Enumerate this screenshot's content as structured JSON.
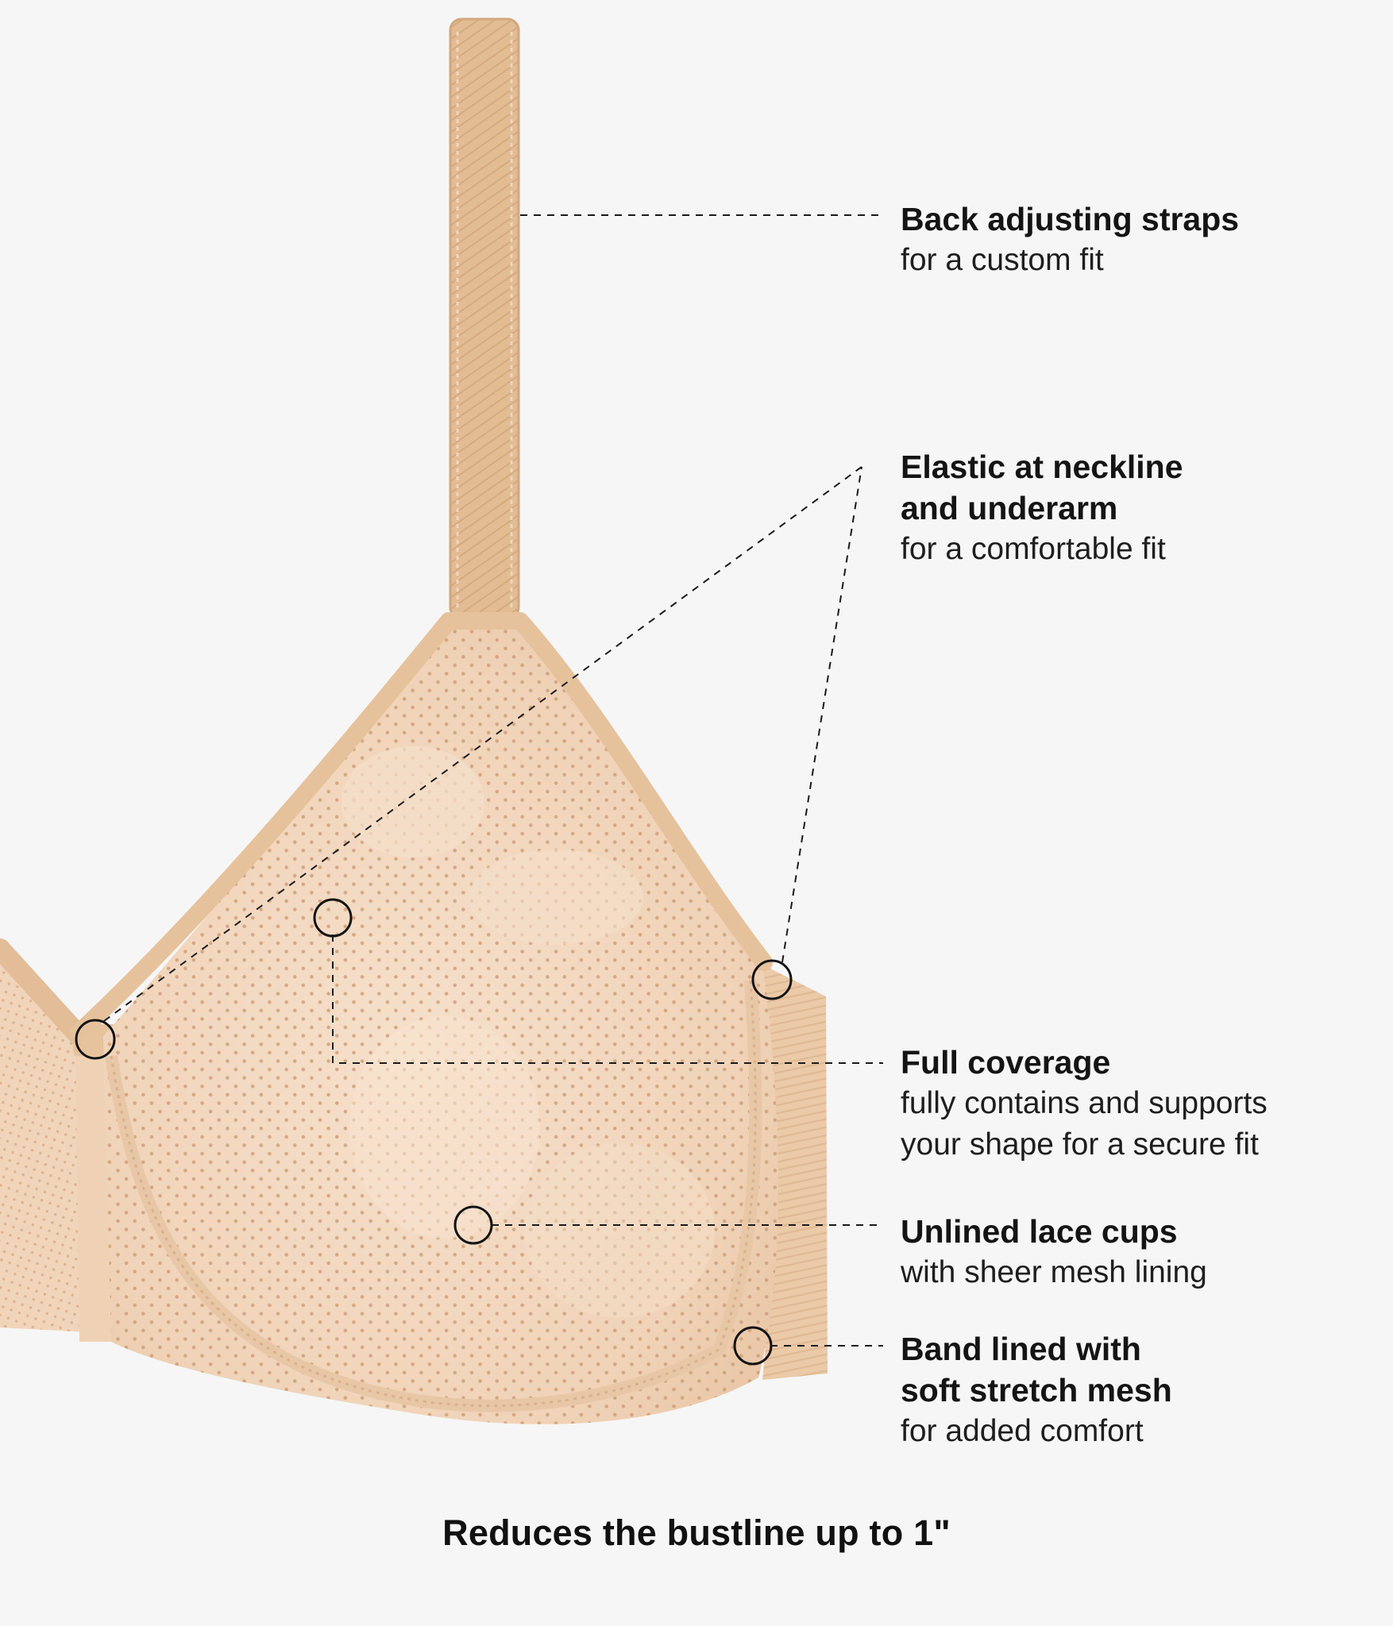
{
  "colors": {
    "background": "#f6f6f6",
    "fabric": "#f3d8c0",
    "fabric_shade": "#e9c4a2",
    "lace_dot": "#c9986e",
    "trim": "#e8c49e",
    "strap": "#e2bc93",
    "text": "#141414",
    "leader_line": "#1a1a1a"
  },
  "callouts": [
    {
      "title": "Back adjusting straps",
      "description": "for a custom fit"
    },
    {
      "title": "Elastic at neckline\nand underarm",
      "description": "for a comfortable fit"
    },
    {
      "title": "Full coverage",
      "description": "fully contains and supports\nyour shape for a secure fit"
    },
    {
      "title": "Unlined lace cups",
      "description": "with sheer mesh lining"
    },
    {
      "title": "Band lined with\nsoft stretch mesh",
      "description": "for added comfort"
    }
  ],
  "footer": {
    "caption": "Reduces the bustline up to 1\""
  }
}
